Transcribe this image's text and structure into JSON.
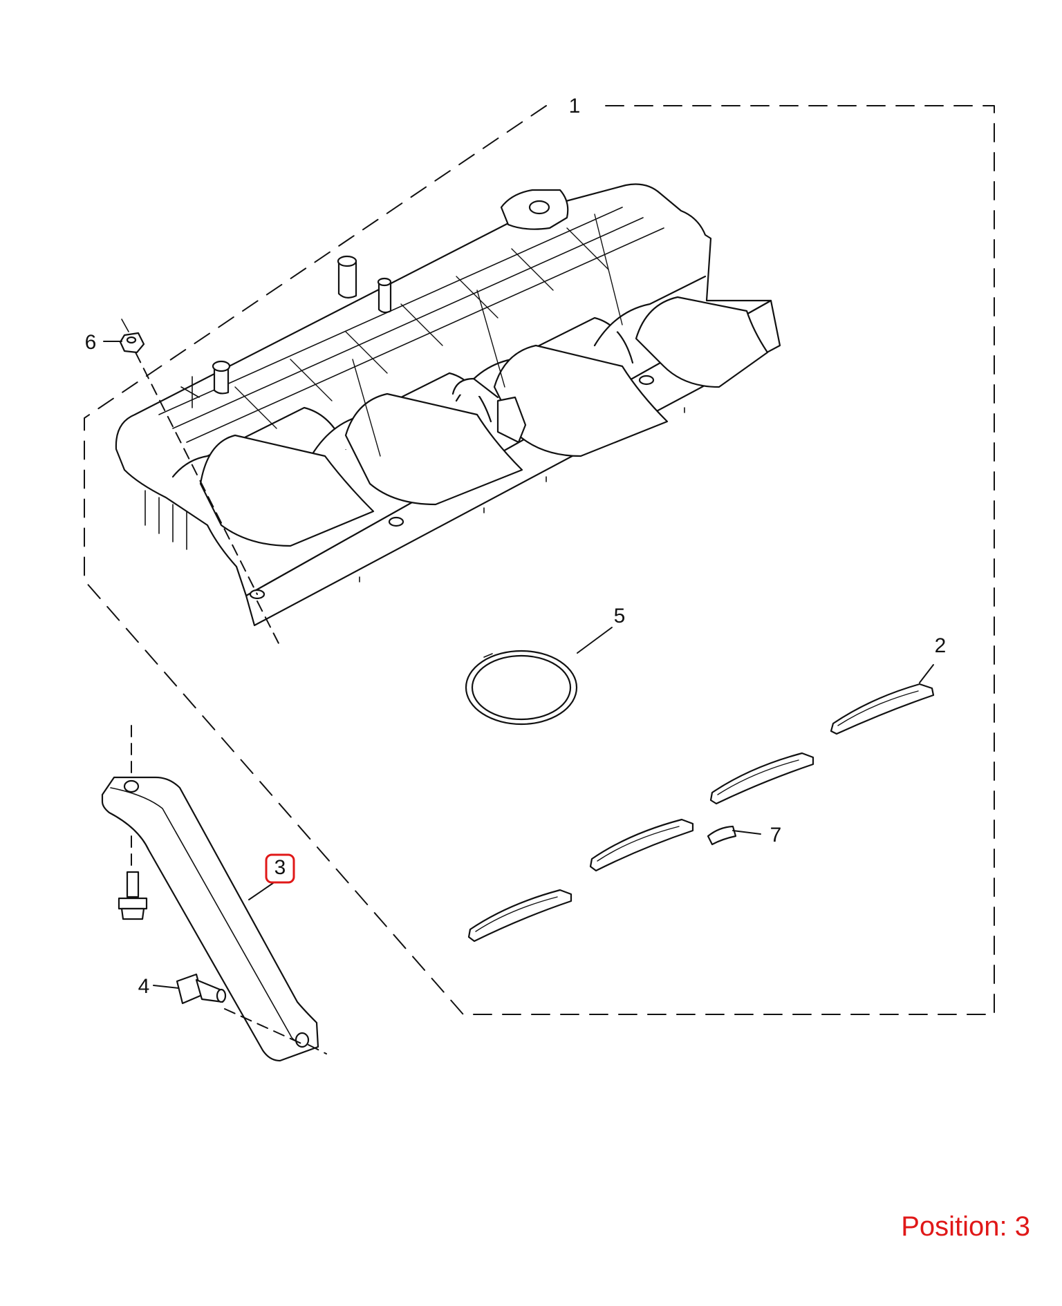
{
  "diagram": {
    "callouts": [
      {
        "id": "1",
        "label": "1"
      },
      {
        "id": "2",
        "label": "2"
      },
      {
        "id": "3",
        "label": "3"
      },
      {
        "id": "4",
        "label": "4"
      },
      {
        "id": "5",
        "label": "5"
      },
      {
        "id": "6",
        "label": "6"
      },
      {
        "id": "7",
        "label": "7"
      }
    ],
    "highlighted_callout": "3",
    "highlight_color": "#e01818",
    "line_color": "#111111"
  },
  "footer": {
    "position_text": "Position: 3"
  }
}
